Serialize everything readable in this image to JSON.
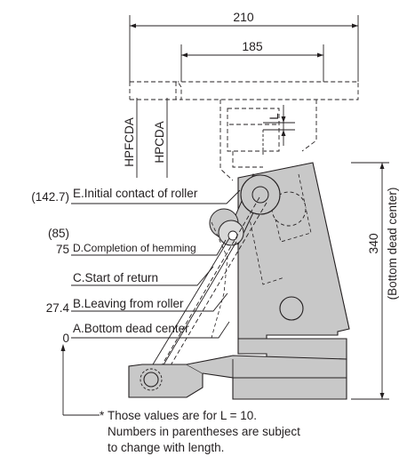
{
  "dimensions": {
    "overall_width": "210",
    "inner_width": "185",
    "height": "340",
    "height_note": "(Bottom dead center)",
    "stroke_label": "L"
  },
  "cylinder_labels": {
    "hpfcda": "HPFCDA",
    "hpcda": "HPCDA"
  },
  "positions": [
    {
      "value": "(142.7)",
      "label": "E.Initial contact of roller"
    },
    {
      "value": "(85)",
      "label": "D.Completion of hemming"
    },
    {
      "value": "75",
      "label": "C.Start of return"
    },
    {
      "value": "27.4",
      "label": "B.Leaving from roller"
    },
    {
      "value": "0",
      "label": "A.Bottom dead center"
    }
  ],
  "footnote": {
    "mark": "*",
    "lines": [
      "Those values are for L = 10.",
      "Numbers in parentheses are subject",
      "to change with length."
    ]
  },
  "colors": {
    "body_fill": "#c8c8c8",
    "outline": "#231f20"
  }
}
